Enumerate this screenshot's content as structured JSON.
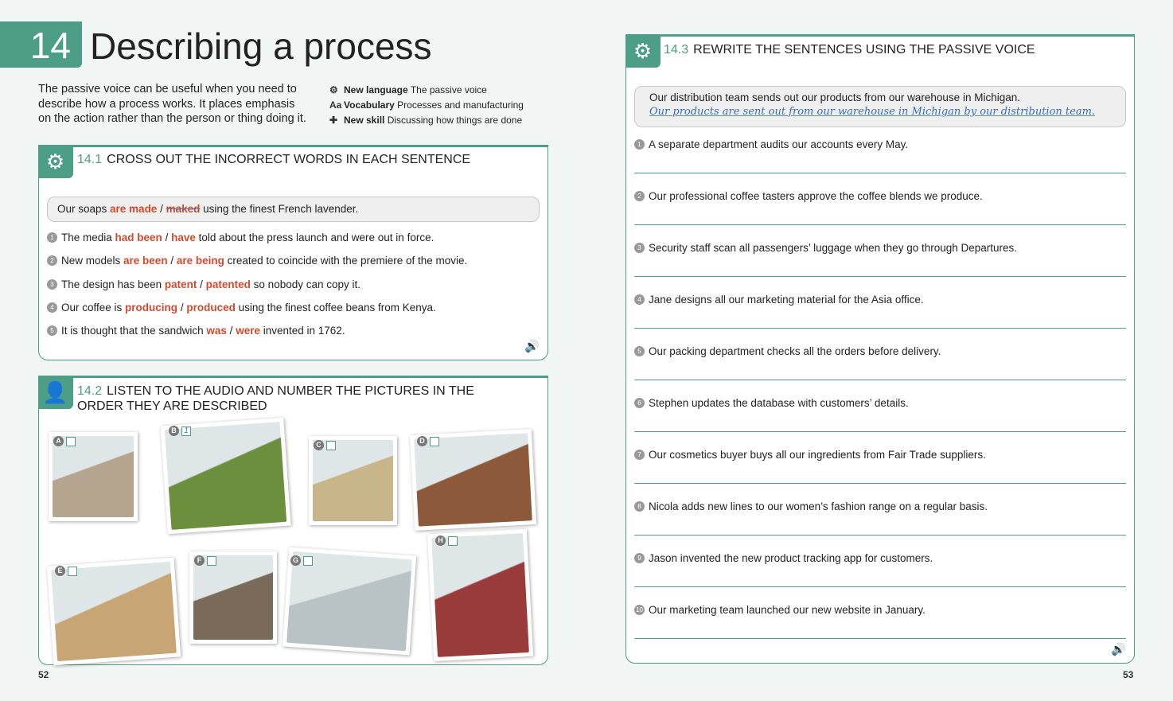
{
  "chapter": {
    "number": "14",
    "title": "Describing a process"
  },
  "intro": "The passive voice can be useful when you need to describe how a process works. It places emphasis on the action rather than the person or thing doing it.",
  "meta": [
    {
      "icon": "gears-icon",
      "label": "New language",
      "value": "The passive voice"
    },
    {
      "icon": "vocabulary-icon",
      "glyph": "Aa",
      "label": "Vocabulary",
      "value": "Processes and manufacturing"
    },
    {
      "icon": "puzzle-icon",
      "label": "New skill",
      "value": "Discussing how things are done"
    }
  ],
  "ex1": {
    "number": "14.1",
    "title": "CROSS OUT THE INCORRECT WORDS IN EACH SENTENCE",
    "example": {
      "before": "Our soaps ",
      "a": "are made",
      "sep": " / ",
      "b": "maked",
      "after": " using the finest French lavender."
    },
    "items": [
      {
        "n": "1",
        "before": "The media ",
        "a": "had been",
        "b": "have",
        "after": " told about the press launch and were out in force."
      },
      {
        "n": "2",
        "before": "New models ",
        "a": "are been",
        "b": "are being",
        "after": " created to coincide with the premiere of the movie."
      },
      {
        "n": "3",
        "before": "The design has been ",
        "a": "patent",
        "b": "patented",
        "after": " so nobody can copy it."
      },
      {
        "n": "4",
        "before": "Our coffee is ",
        "a": "producing",
        "b": "produced",
        "after": " using the finest coffee beans from Kenya."
      },
      {
        "n": "5",
        "before": "It is thought that the sandwich ",
        "a": "was",
        "b": "were",
        "after": " invented in 1762."
      }
    ],
    "sep": "/"
  },
  "ex2": {
    "number": "14.2",
    "title": "LISTEN TO THE AUDIO AND NUMBER THE PICTURES IN THE ORDER THEY ARE DESCRIBED",
    "pictures": [
      {
        "letter": "A",
        "answer": ""
      },
      {
        "letter": "B",
        "answer": "1"
      },
      {
        "letter": "C",
        "answer": ""
      },
      {
        "letter": "D",
        "answer": ""
      },
      {
        "letter": "E",
        "answer": ""
      },
      {
        "letter": "F",
        "answer": ""
      },
      {
        "letter": "G",
        "answer": ""
      },
      {
        "letter": "H",
        "answer": ""
      }
    ]
  },
  "ex3": {
    "number": "14.3",
    "title": "REWRITE THE SENTENCES USING THE PASSIVE VOICE",
    "example": {
      "prompt": "Our distribution team sends out our products from our warehouse in Michigan.",
      "answer": "Our products are sent out from our warehouse in Michigan by our distribution team."
    },
    "items": [
      {
        "n": "1",
        "text": "A separate department audits our accounts every May."
      },
      {
        "n": "2",
        "text": "Our professional coffee tasters approve the coffee blends we produce."
      },
      {
        "n": "3",
        "text": "Security staff scan all passengers’ luggage when they go through Departures."
      },
      {
        "n": "4",
        "text": "Jane designs all our marketing material for the Asia office."
      },
      {
        "n": "5",
        "text": "Our packing department checks all the orders before delivery."
      },
      {
        "n": "6",
        "text": "Stephen updates the database with customers’ details."
      },
      {
        "n": "7",
        "text": "Our cosmetics buyer buys all our ingredients from Fair Trade suppliers."
      },
      {
        "n": "8",
        "text": "Nicola adds new lines to our women’s fashion range on a regular basis."
      },
      {
        "n": "9",
        "text": "Jason invented the new product tracking app for customers."
      },
      {
        "n": "10",
        "text": "Our marketing team launched our new website in January."
      }
    ]
  },
  "pages": {
    "left": "52",
    "right": "53"
  },
  "colors": {
    "accent": "#4c9e86",
    "answer_red": "#d24a2e",
    "handwriting_blue": "#3a6bbd"
  }
}
